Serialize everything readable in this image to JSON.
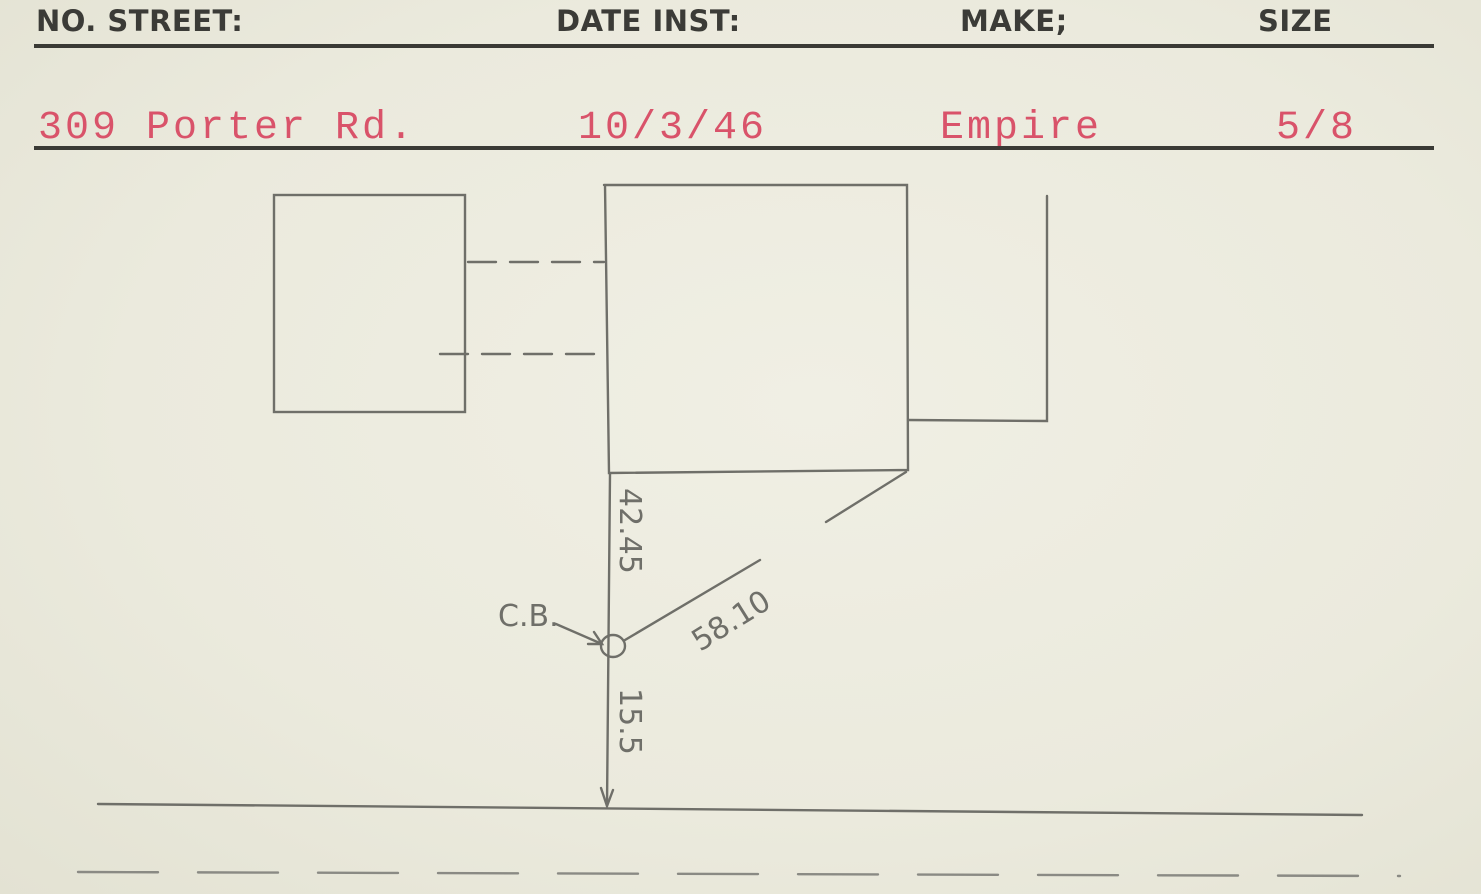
{
  "header": {
    "no_street_label": "NO. STREET:",
    "date_inst_label": "DATE INST:",
    "make_label": "MAKE;",
    "size_label": "SIZE"
  },
  "record": {
    "address": "309 Porter Rd.",
    "date_installed": "10/3/46",
    "make": "Empire",
    "size": "5/8"
  },
  "sketch": {
    "curb_box_label": "C.B.",
    "measure_to_house_corner": "42.45",
    "measure_diagonal": "58.10",
    "measure_to_street": "15.5"
  },
  "colors": {
    "card": "#ecebdf",
    "header_text": "#3b3b37",
    "typed_red": "#d9536a",
    "pencil": "#6f6f69"
  }
}
